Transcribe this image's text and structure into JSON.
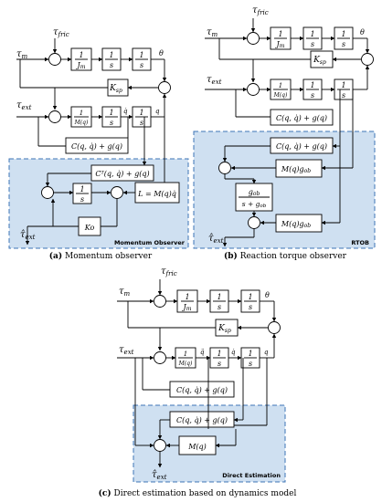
{
  "panels": [
    {
      "caption_tag": "(a)",
      "caption_text": "Momentum observer",
      "region_label": "Momentum Observer",
      "tau_m": "τ",
      "tau_m_sub": "m",
      "tau_fric": "τ",
      "tau_fric_sub": "fric",
      "tau_ext": "τ",
      "tau_ext_sub": "ext",
      "tau_hat": "τ̂",
      "tau_hat_sub": "ext",
      "inv_jm_num": "1",
      "inv_jm_den": "J",
      "inv_jm_den_sub": "m",
      "int_num": "1",
      "int_den": "s",
      "inv_m_num": "1",
      "inv_m_den": "M(q)",
      "kp": "K",
      "kp_sub": "sp",
      "theta": "θ",
      "q": "q",
      "qdot": "q̇",
      "cg_block": "C(q, q̇) + g(q)",
      "ctg_block": "Cᵀ(q, q̇) + g(q)",
      "l_block": "L = M(q)q̇",
      "ko_block": "Ko"
    },
    {
      "caption_tag": "(b)",
      "caption_text": "Reaction torque observer",
      "region_label": "RTOB",
      "cg_block": "C(q, q̇) + g(q)",
      "mg_block": "M(q)g",
      "mg_sub": "ob",
      "filter_num": "g",
      "filter_num_sub": "ob",
      "filter_den": "s + g",
      "filter_den_sub": "ob",
      "tau_hat": "τ̂",
      "tau_hat_sub": "ext"
    },
    {
      "caption_tag": "(c)",
      "caption_text": "Direct estimation based on dynamics model",
      "region_label": "Direct Estimation",
      "cg_block": "C(q, q̇) + g(q)",
      "m_block": "M(q)",
      "qddot": "q̈",
      "tau_hat": "τ̂",
      "tau_hat_sub": "ext"
    }
  ]
}
